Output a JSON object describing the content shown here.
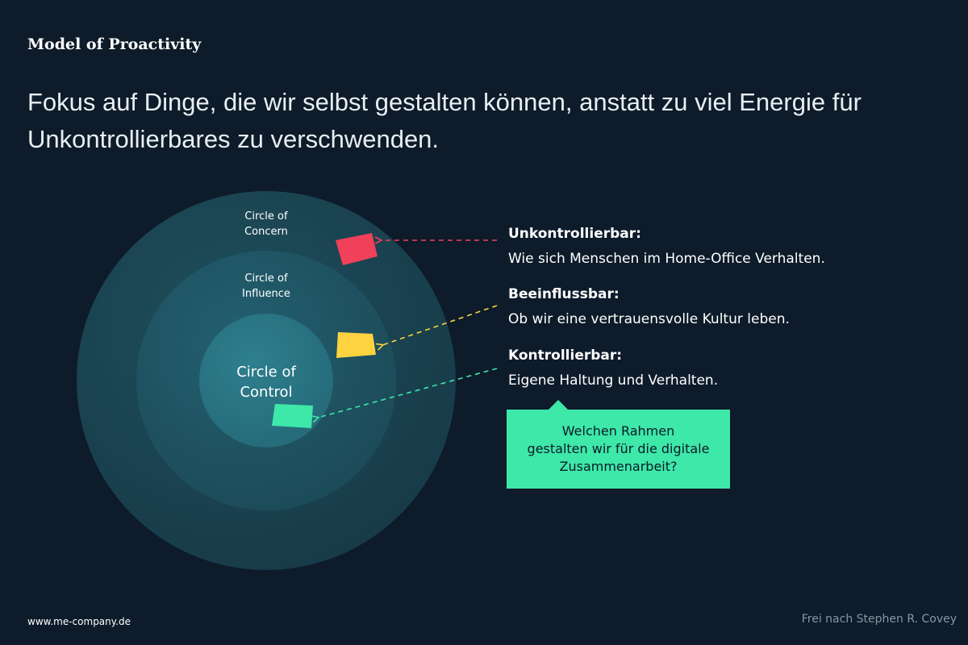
{
  "header": {
    "title": "Model of Proactivity",
    "headline": "Fokus auf Dinge, die wir selbst gestalten können, anstatt zu viel Energie für Unkontrollierbares zu verschwenden."
  },
  "circles": {
    "concern": "Circle of\nConcern",
    "influence": "Circle of\nInfluence",
    "control": "Circle of\nControl"
  },
  "categories": [
    {
      "title": "Unkontrollierbar:",
      "text": "Wie sich Menschen im Home-Office Verhalten."
    },
    {
      "title": "Beeinflussbar:",
      "text": "Ob wir eine vertrauensvolle Kultur leben."
    },
    {
      "title": "Kontrollierbar:",
      "text": "Eigene Haltung und Verhalten."
    }
  ],
  "callout": {
    "text": "Welchen Rahmen\ngestalten wir für die digitale\nZusammenarbeit?"
  },
  "footer": {
    "website": "www.me-company.de",
    "credit": "Frei nach Stephen R. Covey"
  },
  "colors": {
    "background": "#0d1b2a",
    "concern_note": "#f0405a",
    "influence_note": "#fdd33f",
    "control_note": "#3de8a8",
    "callout": "#3de8a8"
  }
}
